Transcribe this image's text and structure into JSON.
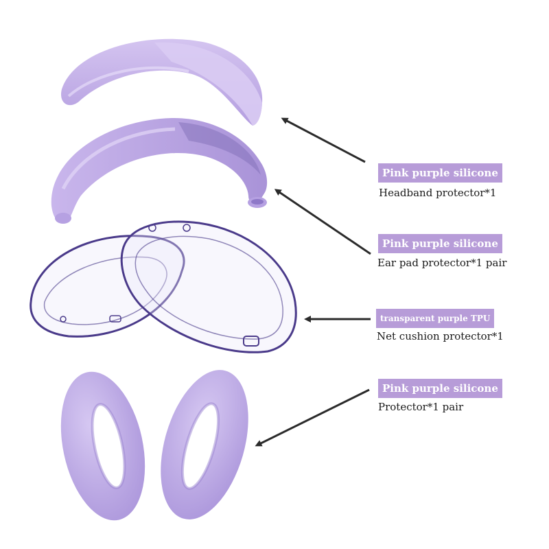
{
  "colors": {
    "background": "#ffffff",
    "silicone": "#c6b2ea",
    "silicone_shadow": "#a58fd3",
    "tpu_outline": "#4a3a8a",
    "tag_bg": "#b79cd8",
    "tag_text": "#ffffff",
    "arrow": "#2b2b2b"
  },
  "parts": [
    {
      "material": "Pink purple silicone",
      "description": "Headband protector*1"
    },
    {
      "material": "Pink purple silicone",
      "description": "Ear pad protector*1 pair"
    },
    {
      "material": "transparent purple TPU",
      "description": "Net cushion protector*1"
    },
    {
      "material": "Pink purple silicone",
      "description": "Protector*1 pair"
    }
  ]
}
